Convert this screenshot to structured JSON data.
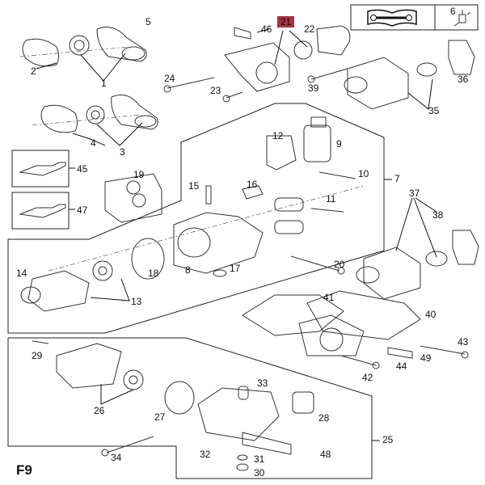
{
  "figure_label": "F9",
  "highlight_color": "#a8323f",
  "header_boxes": {
    "manual_icon": "wrench-book-icon",
    "tool_ref_number": "6",
    "tool_icon": "tool-icon"
  },
  "callouts": [
    {
      "id": "1",
      "text": "1"
    },
    {
      "id": "2",
      "text": "2"
    },
    {
      "id": "3",
      "text": "3"
    },
    {
      "id": "4",
      "text": "4"
    },
    {
      "id": "5",
      "text": "5"
    },
    {
      "id": "7",
      "text": "7"
    },
    {
      "id": "8",
      "text": "8"
    },
    {
      "id": "9",
      "text": "9"
    },
    {
      "id": "10",
      "text": "10"
    },
    {
      "id": "11",
      "text": "11"
    },
    {
      "id": "12",
      "text": "12"
    },
    {
      "id": "13",
      "text": "13"
    },
    {
      "id": "14",
      "text": "14"
    },
    {
      "id": "15",
      "text": "15"
    },
    {
      "id": "16",
      "text": "16"
    },
    {
      "id": "17",
      "text": "17"
    },
    {
      "id": "18",
      "text": "18"
    },
    {
      "id": "19",
      "text": "19"
    },
    {
      "id": "20",
      "text": "20"
    },
    {
      "id": "21",
      "text": "21",
      "highlighted": true
    },
    {
      "id": "22",
      "text": "22"
    },
    {
      "id": "23",
      "text": "23"
    },
    {
      "id": "24",
      "text": "24"
    },
    {
      "id": "25",
      "text": "25"
    },
    {
      "id": "26",
      "text": "26"
    },
    {
      "id": "27",
      "text": "27"
    },
    {
      "id": "28",
      "text": "28"
    },
    {
      "id": "29",
      "text": "29"
    },
    {
      "id": "30",
      "text": "30"
    },
    {
      "id": "31",
      "text": "31"
    },
    {
      "id": "32",
      "text": "32"
    },
    {
      "id": "33",
      "text": "33"
    },
    {
      "id": "34",
      "text": "34"
    },
    {
      "id": "35",
      "text": "35"
    },
    {
      "id": "36",
      "text": "36"
    },
    {
      "id": "37",
      "text": "37"
    },
    {
      "id": "38",
      "text": "38"
    },
    {
      "id": "39",
      "text": "39"
    },
    {
      "id": "40",
      "text": "40"
    },
    {
      "id": "41",
      "text": "41"
    },
    {
      "id": "42",
      "text": "42"
    },
    {
      "id": "43",
      "text": "43"
    },
    {
      "id": "44",
      "text": "44"
    },
    {
      "id": "45",
      "text": "45"
    },
    {
      "id": "46",
      "text": "46"
    },
    {
      "id": "47",
      "text": "47"
    },
    {
      "id": "48",
      "text": "48"
    },
    {
      "id": "49",
      "text": "49"
    }
  ],
  "inset_parts": [
    {
      "ref": "45",
      "icon": "temperature-sensor-icon"
    },
    {
      "ref": "47",
      "icon": "temperature-sensor-icon"
    }
  ]
}
